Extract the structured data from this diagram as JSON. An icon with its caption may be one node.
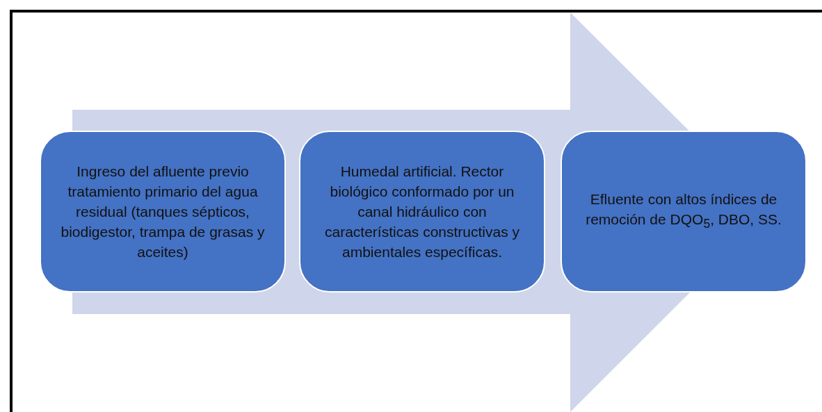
{
  "diagram": {
    "nodes": [
      {
        "text": [
          "Ingreso del afluente previo tratamiento primario del agua residual (tanques sépticos, biodigestor, trampa de grasas y aceites)"
        ]
      },
      {
        "text": [
          "Humedal artificial. Rector biológico conformado por un canal hidráulico con características constructivas y ambientales específicas."
        ]
      },
      {
        "text": [
          "Efluente con altos índices de remoción de DQO$_{5}$, DBO, SS."
        ]
      }
    ],
    "edges": [
      {
        "from": 0,
        "to": 2,
        "arrow": "to"
      }
    ]
  }
}
